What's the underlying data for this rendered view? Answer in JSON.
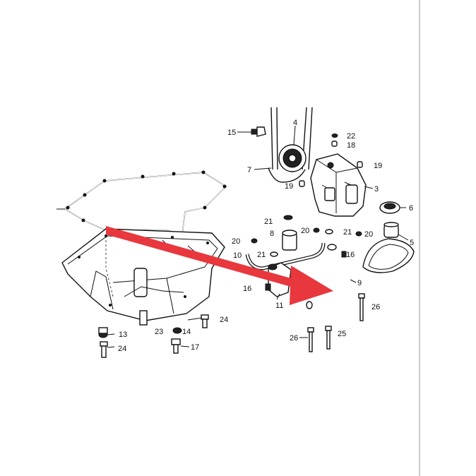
{
  "diagram": {
    "part_labels": [
      {
        "id": "p15",
        "text": "15"
      },
      {
        "id": "p4",
        "text": "4"
      },
      {
        "id": "p22",
        "text": "22"
      },
      {
        "id": "p18",
        "text": "18"
      },
      {
        "id": "p19a",
        "text": "19"
      },
      {
        "id": "p7",
        "text": "7"
      },
      {
        "id": "p19b",
        "text": "19"
      },
      {
        "id": "p3",
        "text": "3"
      },
      {
        "id": "p6",
        "text": "6"
      },
      {
        "id": "p21a",
        "text": "21"
      },
      {
        "id": "p20a",
        "text": "20"
      },
      {
        "id": "p21b",
        "text": "21"
      },
      {
        "id": "p8",
        "text": "8"
      },
      {
        "id": "p20b",
        "text": "20"
      },
      {
        "id": "p5",
        "text": "5"
      },
      {
        "id": "p20c",
        "text": "20"
      },
      {
        "id": "p10",
        "text": "10"
      },
      {
        "id": "p21c",
        "text": "21"
      },
      {
        "id": "p16a",
        "text": "16"
      },
      {
        "id": "p9",
        "text": "9"
      },
      {
        "id": "p16b",
        "text": "16"
      },
      {
        "id": "p11",
        "text": "11"
      },
      {
        "id": "p26a",
        "text": "26"
      },
      {
        "id": "p24a",
        "text": "24"
      },
      {
        "id": "p13",
        "text": "13"
      },
      {
        "id": "p23",
        "text": "23"
      },
      {
        "id": "p14",
        "text": "14"
      },
      {
        "id": "p25",
        "text": "25"
      },
      {
        "id": "p26b",
        "text": "26"
      },
      {
        "id": "p24b",
        "text": "24"
      },
      {
        "id": "p17",
        "text": "17"
      }
    ],
    "arrow_color": "#e8373d"
  }
}
